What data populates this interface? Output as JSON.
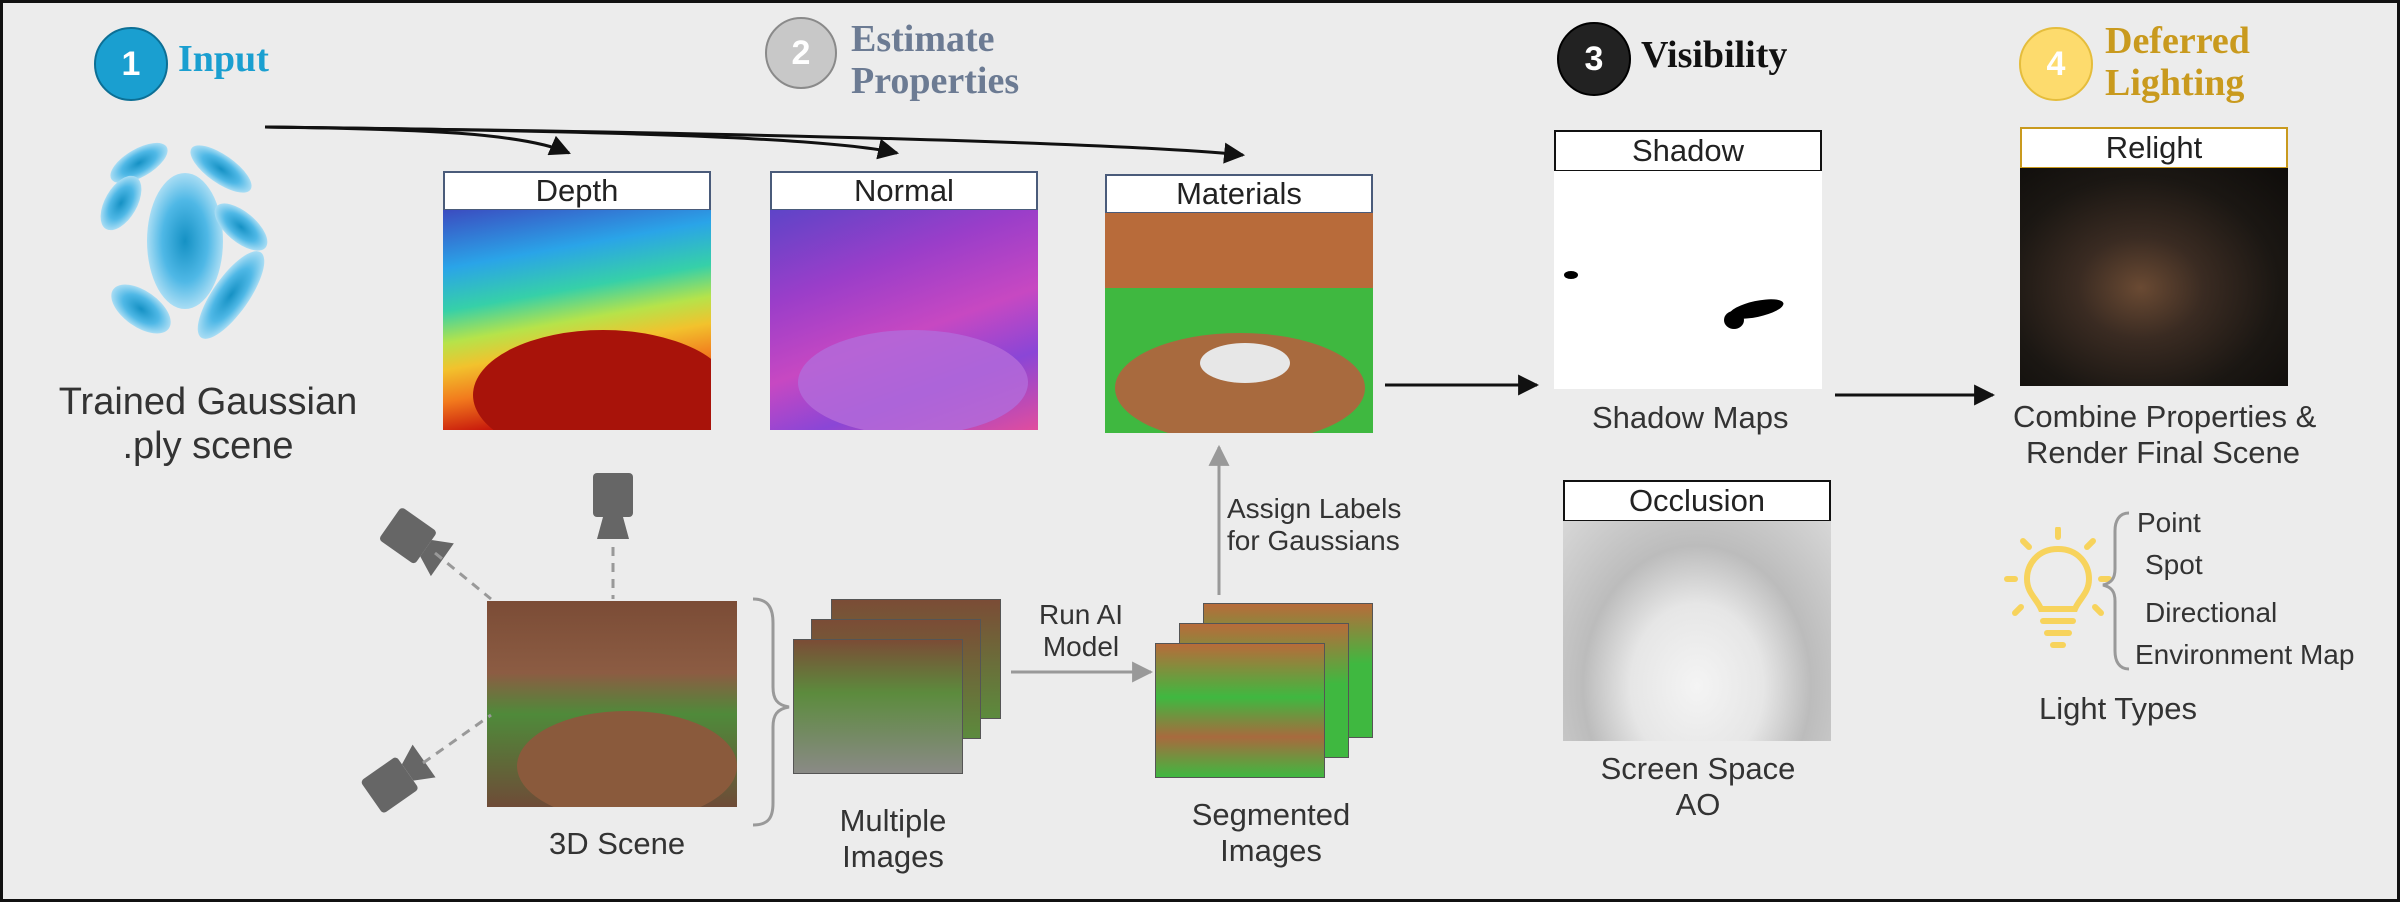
{
  "stages": [
    {
      "number": "1",
      "title_line1": "Input",
      "title_line2": "",
      "color": "#1a9fd0"
    },
    {
      "number": "2",
      "title_line1": "Estimate",
      "title_line2": "Properties",
      "color": "#6c7b93"
    },
    {
      "number": "3",
      "title_line1": "Visibility",
      "title_line2": "",
      "color": "#222222"
    },
    {
      "number": "4",
      "title_line1": "Deferred",
      "title_line2": "Lighting",
      "color": "#c99a1e"
    }
  ],
  "input": {
    "caption_line1": "Trained Gaussian",
    "caption_line2": ".ply scene"
  },
  "properties": {
    "depth": "Depth",
    "normal": "Normal",
    "materials": "Materials"
  },
  "scene": {
    "caption": "3D Scene"
  },
  "multiple_images": {
    "line1": "Multiple",
    "line2": "Images"
  },
  "run_ai": {
    "line1": "Run AI",
    "line2": "Model"
  },
  "assign": {
    "line1": "Assign Labels",
    "line2": "for Gaussians"
  },
  "segmented": {
    "line1": "Segmented",
    "line2": "Images"
  },
  "visibility": {
    "shadow_label": "Shadow",
    "shadow_caption": "Shadow Maps",
    "occlusion_label": "Occlusion",
    "ao_line1": "Screen Space",
    "ao_line2": "AO"
  },
  "lighting": {
    "relight_label": "Relight",
    "caption_line1": "Combine Properties &",
    "caption_line2": "Render Final Scene",
    "light_types": [
      "Point",
      "Spot",
      "Directional",
      "Environment Map"
    ],
    "light_types_caption": "Light Types"
  },
  "colors": {
    "input_blue": "#1a9fd0",
    "estimate_gray": "#6c7b93",
    "deferred_gold": "#c99a1e",
    "bulb": "#f7d35c",
    "camera": "#666666"
  }
}
